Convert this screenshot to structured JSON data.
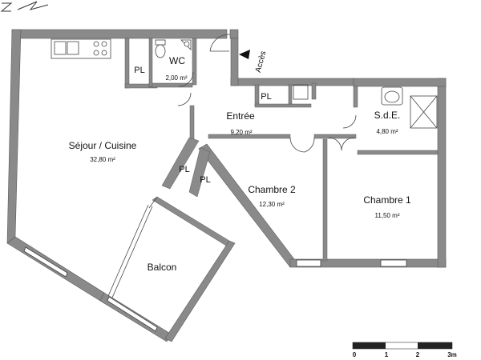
{
  "rooms": {
    "sejour": {
      "name": "Séjour / Cuisine",
      "area": "32,80 m²"
    },
    "wc": {
      "name": "WC",
      "area": "2,00 m²"
    },
    "entree": {
      "name": "Entrée",
      "area": "9,20 m²"
    },
    "sde": {
      "name": "S.d.E.",
      "area": "4,80 m²"
    },
    "chambre2": {
      "name": "Chambre 2",
      "area": "12,30 m²"
    },
    "chambre1": {
      "name": "Chambre 1",
      "area": "11,50 m²"
    },
    "balcon": {
      "name": "Balcon"
    }
  },
  "storage_label": "PL",
  "access_label": "Accès",
  "scale": {
    "ticks": [
      "0",
      "1",
      "2",
      "3m"
    ]
  },
  "colors": {
    "wall": "#8a8a8a",
    "wall_stroke": "#5a5a5a",
    "line": "#444444"
  }
}
